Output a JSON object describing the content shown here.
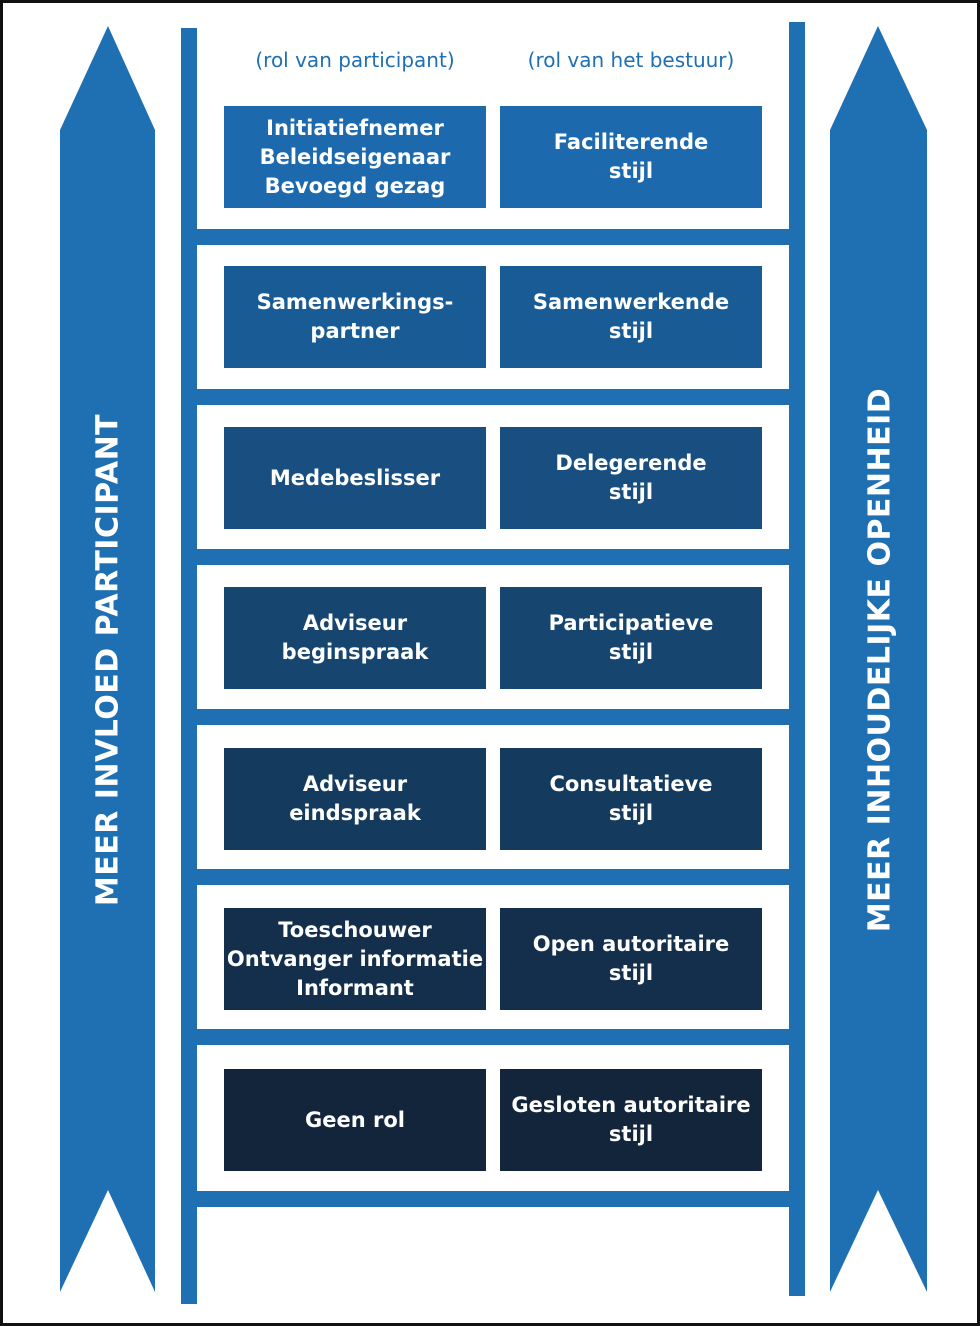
{
  "colors": {
    "accent": "#1f6fb3",
    "levels": [
      "#1c6aad",
      "#195c95",
      "#184f80",
      "#164670",
      "#143a5e",
      "#132f4c",
      "#12253b"
    ]
  },
  "header": {
    "participant_role": "(rol van participant)",
    "governance_role": "(rol van het bestuur)"
  },
  "arrows": {
    "left_label": "MEER INVLOED PARTICIPANT",
    "right_label": "MEER INHOUDELIJKE OPENHEID"
  },
  "levels": [
    {
      "participant": "Initiatiefnemer\nBeleidseigenaar\nBevoegd gezag",
      "style": "Faciliterende\nstijl"
    },
    {
      "participant": "Samenwerkings-\npartner",
      "style": "Samenwerkende\nstijl"
    },
    {
      "participant": "Medebeslisser",
      "style": "Delegerende\nstijl"
    },
    {
      "participant": "Adviseur\nbeginspraak",
      "style": "Participatieve\nstijl"
    },
    {
      "participant": "Adviseur\neindspraak",
      "style": "Consultatieve\nstijl"
    },
    {
      "participant": "Toeschouwer\nOntvanger informatie\nInformant",
      "style": "Open autoritaire\nstijl"
    },
    {
      "participant": "Geen rol",
      "style": "Gesloten autoritaire\nstijl"
    }
  ]
}
